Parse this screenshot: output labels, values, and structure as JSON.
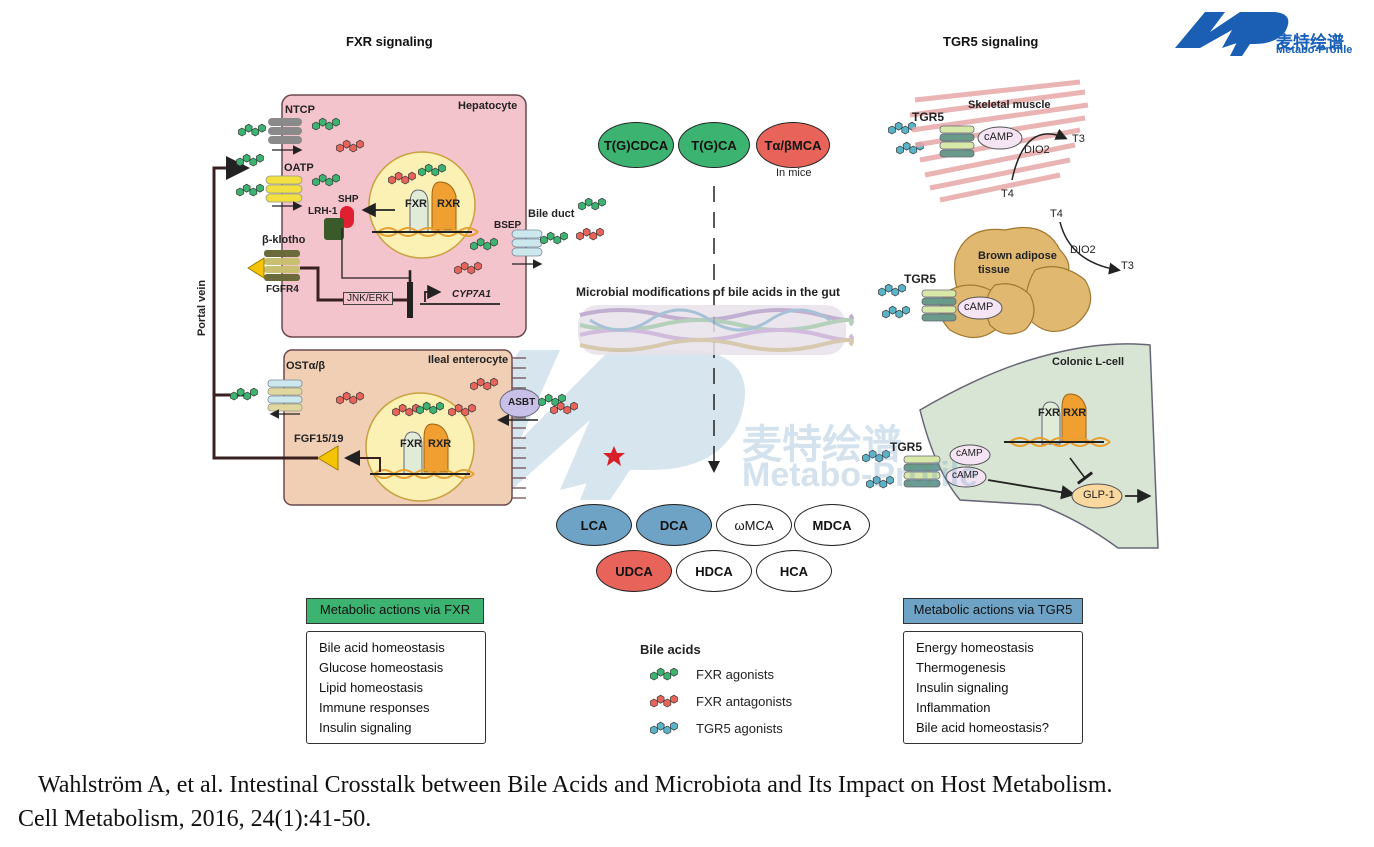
{
  "titles": {
    "fxr_signaling": "FXR signaling",
    "tgr5_signaling": "TGR5 signaling"
  },
  "logo": {
    "cn": "麦特绘谱",
    "en": "Metabo-Profile",
    "color": "#1a5fb4"
  },
  "hepatocyte": {
    "label": "Hepatocyte",
    "ntcp": "NTCP",
    "oatp": "OATP",
    "shp": "SHP",
    "lrh1": "LRH-1",
    "fxr": "FXR",
    "rxr": "RXR",
    "bsep": "BSEP",
    "bile_duct": "Bile duct",
    "beta_klotho": "β-klotho",
    "fgfr4": "FGFR4",
    "jnk_erk": "JNK/ERK",
    "cyp7a1": "CYP7A1"
  },
  "portal_vein": "Portal vein",
  "enterocyte": {
    "label": "Ileal enterocyte",
    "ost": "OSTα/β",
    "asbt": "ASBT",
    "fxr": "FXR",
    "rxr": "RXR",
    "fgf": "FGF15/19"
  },
  "primary_bile_acids": [
    {
      "label": "T(G)CDCA",
      "color": "#3cb371"
    },
    {
      "label": "T(G)CA",
      "color": "#3cb371"
    },
    {
      "label": "Tα/βMCA",
      "color": "#e8645a"
    }
  ],
  "in_mice": "In mice",
  "microbial_label": "Microbial modifications of bile acids in the gut",
  "secondary_bile_acids_row1": [
    {
      "label": "LCA",
      "color": "#6fa3c6"
    },
    {
      "label": "DCA",
      "color": "#6fa3c6"
    },
    {
      "label": "ωMCA",
      "color": "#ffffff"
    },
    {
      "label": "MDCA",
      "color": "#ffffff"
    }
  ],
  "secondary_bile_acids_row2": [
    {
      "label": "UDCA",
      "color": "#e8645a"
    },
    {
      "label": "HDCA",
      "color": "#ffffff"
    },
    {
      "label": "HCA",
      "color": "#ffffff"
    }
  ],
  "skeletal": {
    "tgr5": "TGR5",
    "label": "Skeletal muscle",
    "camp": "cAMP",
    "dio2": "DIO2",
    "t3": "T3",
    "t4": "T4"
  },
  "brown_adipose": {
    "tgr5": "TGR5",
    "label_line1": "Brown adipose",
    "label_line2": "tissue",
    "camp": "cAMP",
    "dio2": "DIO2",
    "t3": "T3",
    "t4": "T4"
  },
  "lcell": {
    "label": "Colonic L-cell",
    "tgr5": "TGR5",
    "camp1": "cAMP",
    "camp2": "cAMP",
    "fxr": "FXR",
    "rxr": "RXR",
    "glp1": "GLP-1"
  },
  "fxr_actions": {
    "header": "Metabolic actions via FXR",
    "header_color": "#3cb371",
    "items": [
      "Bile acid homeostasis",
      "Glucose homeostasis",
      "Lipid homeostasis",
      "Immune responses",
      "Insulin signaling"
    ]
  },
  "tgr5_actions": {
    "header": "Metabolic actions via TGR5",
    "header_color": "#6fa3c6",
    "items": [
      "Energy homeostasis",
      "Thermogenesis",
      "Insulin signaling",
      "Inflammation",
      "Bile acid homeostasis?"
    ]
  },
  "legend": {
    "title": "Bile acids",
    "items": [
      {
        "label": "FXR agonists",
        "color": "#3cb371"
      },
      {
        "label": "FXR antagonists",
        "color": "#e8645a"
      },
      {
        "label": "TGR5 agonists",
        "color": "#5ab4c8"
      }
    ]
  },
  "citation": {
    "line1": "Wahlström A, et al. Intestinal Crosstalk between Bile Acids and Microbiota and Its Impact on Host Metabolism.",
    "line2": "Cell Metabolism, 2016, 24(1):41-50."
  },
  "watermark": {
    "cn": "麦特绘谱",
    "en": "Metabo-Profile"
  }
}
